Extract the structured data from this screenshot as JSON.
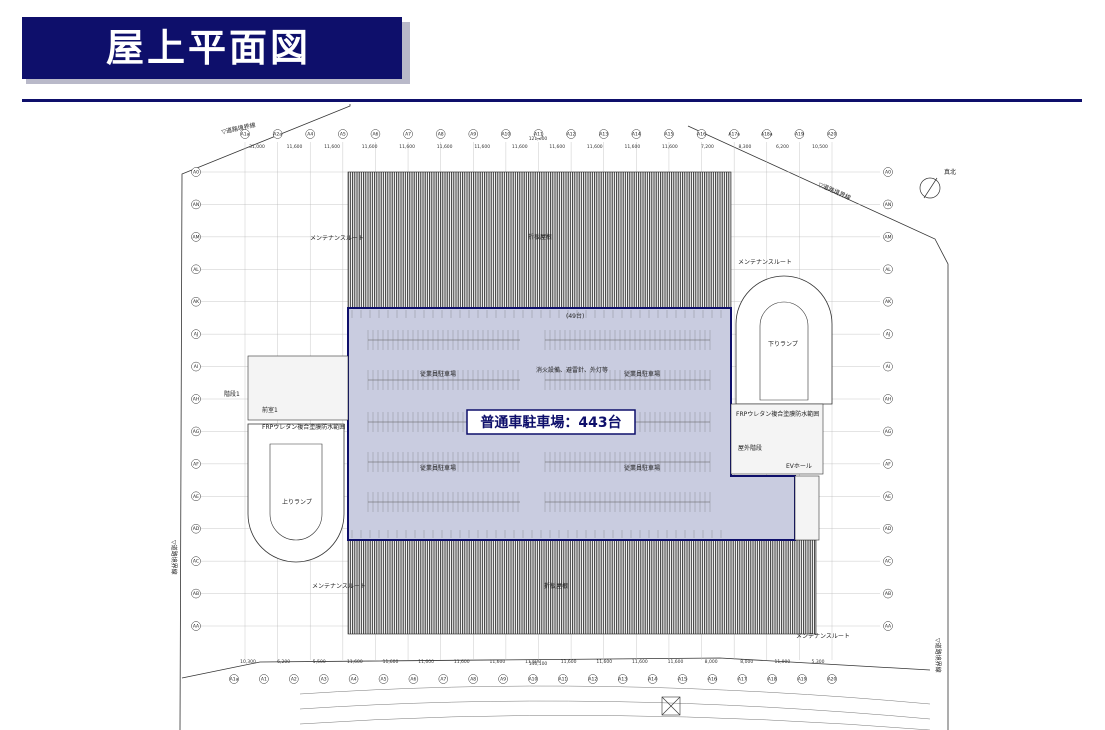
{
  "header": {
    "title": "屋上平面図"
  },
  "plan": {
    "main_label": "普通車駐車場：443台",
    "north_label": "真北",
    "road_boundary_label": "▽道路境界線",
    "folded_plate_roof_label": "折板屋根",
    "maintenance_route_label": "メンテナンスルート",
    "up_ramp_label": "上りランプ",
    "down_ramp_label": "下りランプ",
    "staff_parking_label": "従業員駐車場",
    "frp_waterproof_label": "FRPウレタン複合塗膜防水範囲",
    "outdoor_stairs_label": "屋外階段",
    "ev_hall_label": "EVホール",
    "stairs1_label": "階段1",
    "stairs_label": "前室1",
    "fire_equipment_label": "消火設備、避雷針、外灯等",
    "total_width_top": "121,600",
    "total_width_bottom": "146,100",
    "stall_count_top": "(49台)",
    "axis_top": [
      "A1a",
      "A2a",
      "A4",
      "A5",
      "A6",
      "A7",
      "A8",
      "A9",
      "A10",
      "A11",
      "A12",
      "A13",
      "A14",
      "A15",
      "A16",
      "A17a",
      "A18a",
      "A19",
      "A20"
    ],
    "axis_bottom": [
      "A1a",
      "A1",
      "A2",
      "A3",
      "A4",
      "A5",
      "A6",
      "A7",
      "A8",
      "A9",
      "A10",
      "A11",
      "A12",
      "A13",
      "A14",
      "A15",
      "A16",
      "A17",
      "A18",
      "A19",
      "A20"
    ],
    "axis_left": [
      "A0",
      "AN",
      "AM",
      "AL",
      "AK",
      "AJ",
      "AI",
      "AH",
      "AG",
      "AF",
      "AE",
      "AD",
      "AC",
      "AB",
      "AA"
    ],
    "dims_top": [
      "31,000",
      "11,600",
      "11,600",
      "11,600",
      "11,600",
      "11,600",
      "11,600",
      "11,600",
      "11,600",
      "11,600",
      "11,600",
      "11,600",
      "7,200",
      "8,300",
      "6,200",
      "10,500"
    ],
    "dims_bottom": [
      "10,300",
      "6,200",
      "5,500",
      "11,600",
      "11,600",
      "11,600",
      "11,600",
      "11,600",
      "11,600",
      "11,600",
      "11,600",
      "11,600",
      "11,600",
      "8,000",
      "8,000",
      "11,000",
      "5,300"
    ],
    "colors": {
      "navy": "#0e0f6b",
      "parking_fill": "#c9cce0",
      "roof_hatch": "#4a4a4a"
    }
  }
}
